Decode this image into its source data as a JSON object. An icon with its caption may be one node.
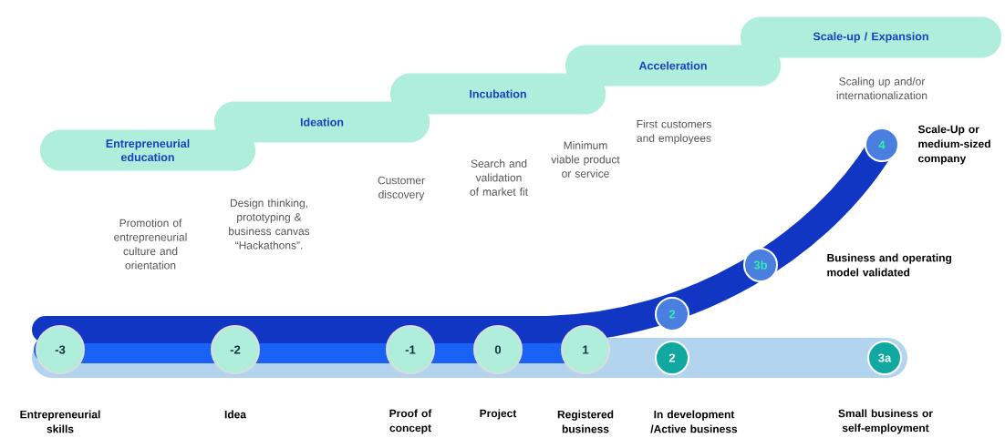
{
  "diagram": {
    "nodes": [
      {
        "text": [
          "Entrepreneurial education"
        ]
      },
      {
        "text": [
          "Ideation"
        ]
      },
      {
        "text": [
          "Incubation"
        ]
      },
      {
        "text": [
          "Acceleration"
        ]
      },
      {
        "text": [
          "Scale-up / Expansion"
        ]
      },
      {
        "text": [
          "-3"
        ],
        "beside": [
          "Entrepreneurial skills"
        ]
      },
      {
        "text": [
          "-2"
        ],
        "beside": [
          "Idea"
        ]
      },
      {
        "text": [
          "-1"
        ],
        "beside": [
          "Proof of concept"
        ]
      },
      {
        "text": [
          "0"
        ],
        "beside": [
          "Project"
        ]
      },
      {
        "text": [
          "1"
        ],
        "beside": [
          "Registered business"
        ]
      },
      {
        "text": [
          "2"
        ]
      },
      {
        "text": [
          "2"
        ],
        "beside": [
          "In development /Active business"
        ]
      },
      {
        "text": [
          "3b"
        ]
      },
      {
        "text": [
          "3a"
        ],
        "beside": [
          "Small business or self-employment"
        ]
      },
      {
        "text": [
          "4"
        ],
        "beside": [
          "Scale-Up or medium-sized company"
        ]
      }
    ],
    "labels": [
      "Scaling up and/or internationalization",
      "Business and operating model validated",
      "First customers and employees",
      "Minimum viable product or service",
      "Search and validation of market fit",
      "Customer discovery",
      "Design thinking, prototyping & business canvas “Hackathons”.",
      "Promotion of entrepreneurial culture and orientation"
    ]
  }
}
